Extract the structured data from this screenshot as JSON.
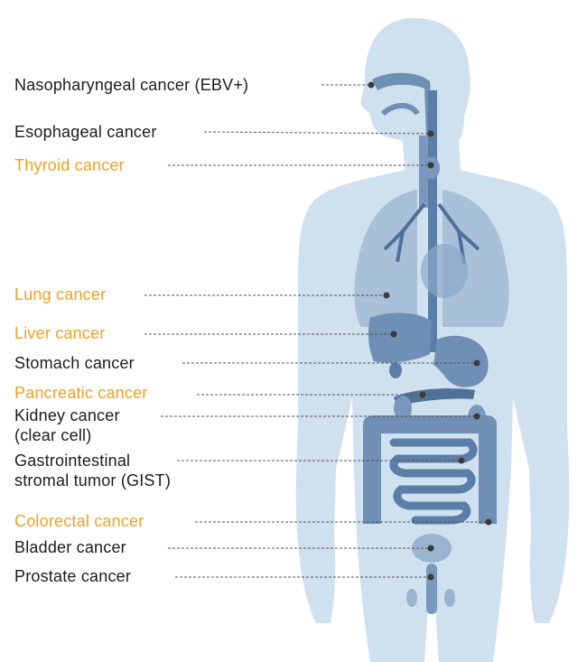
{
  "colors": {
    "body": "#cfe0ef",
    "organ": "#6f8fb4",
    "organ_dark": "#4f7199",
    "lung": "#9fb8d3",
    "leader": "#555555",
    "highlight_text": "#f0a020",
    "normal_text": "#1c1c1c"
  },
  "labels": [
    {
      "id": "nasopharyngeal",
      "lines": [
        "Nasopharyngeal cancer (EBV+)"
      ],
      "highlight": false
    },
    {
      "id": "esophageal",
      "lines": [
        "Esophageal cancer"
      ],
      "highlight": false
    },
    {
      "id": "thyroid",
      "lines": [
        "Thyroid cancer"
      ],
      "highlight": true
    },
    {
      "id": "lung",
      "lines": [
        "Lung cancer"
      ],
      "highlight": true
    },
    {
      "id": "liver",
      "lines": [
        "Liver cancer"
      ],
      "highlight": true
    },
    {
      "id": "stomach",
      "lines": [
        "Stomach cancer"
      ],
      "highlight": false
    },
    {
      "id": "pancreatic",
      "lines": [
        "Pancreatic cancer"
      ],
      "highlight": true
    },
    {
      "id": "kidney",
      "lines": [
        "Kidney cancer",
        "(clear cell)"
      ],
      "highlight": false
    },
    {
      "id": "gist",
      "lines": [
        "Gastrointestinal",
        "stromal tumor (GIST)"
      ],
      "highlight": false
    },
    {
      "id": "colorectal",
      "lines": [
        "Colorectal cancer"
      ],
      "highlight": true
    },
    {
      "id": "bladder",
      "lines": [
        "Bladder cancer"
      ],
      "highlight": false
    },
    {
      "id": "prostate",
      "lines": [
        "Prostate cancer"
      ],
      "highlight": false
    }
  ]
}
